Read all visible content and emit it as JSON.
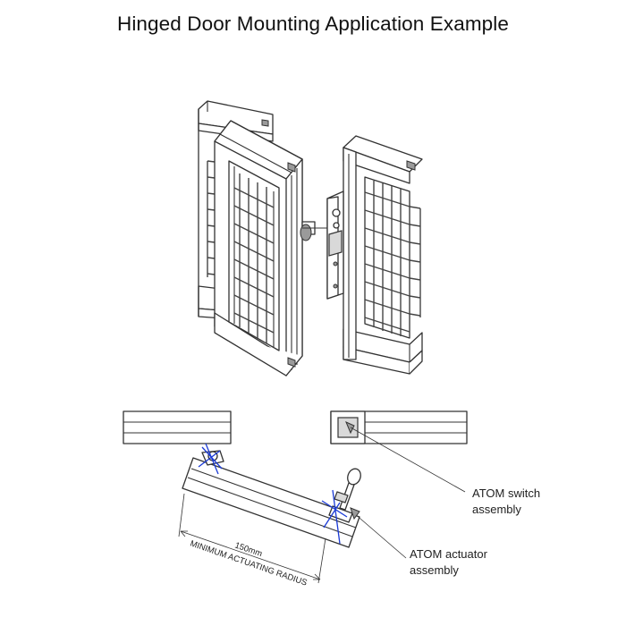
{
  "title": "Hinged Door Mounting Application Example",
  "labels": {
    "switch_line1": "ATOM switch",
    "switch_line2": "assembly",
    "actuator_line1": "ATOM actuator",
    "actuator_line2": "assembly",
    "dimension": "150mm",
    "radius_text": "MINIMUM ACTUATING RADIUS"
  },
  "colors": {
    "line": "#333333",
    "centerline": "#1a3ad6",
    "background": "#ffffff"
  }
}
